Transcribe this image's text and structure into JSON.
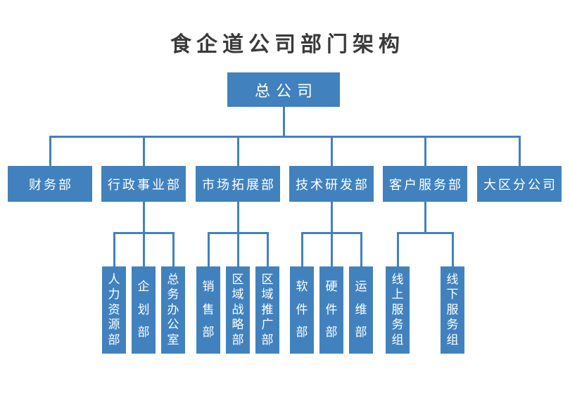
{
  "title": "食企道公司部门架构",
  "colors": {
    "box_blue": "#4182be",
    "connector_blue": "#4182be",
    "title_text": "#3a3a3a",
    "box_text": "#ffffff",
    "background": "#ffffff"
  },
  "root": {
    "label": "总公司"
  },
  "departments": [
    {
      "label": "财务部",
      "children": []
    },
    {
      "label": "行政事业部",
      "children": [
        {
          "label": "人力资源部"
        },
        {
          "label": "企划部"
        },
        {
          "label": "总务办公室"
        }
      ]
    },
    {
      "label": "市场拓展部",
      "children": [
        {
          "label": "销售部"
        },
        {
          "label": "区域战略部"
        },
        {
          "label": "区域推广部"
        }
      ]
    },
    {
      "label": "技术研发部",
      "children": [
        {
          "label": "软件部"
        },
        {
          "label": "硬件部"
        },
        {
          "label": "运维部"
        }
      ]
    },
    {
      "label": "客户服务部",
      "children": [
        {
          "label": "线上服务组"
        },
        {
          "label": "线下服务组"
        }
      ]
    },
    {
      "label": "大区分公司",
      "children": []
    }
  ]
}
